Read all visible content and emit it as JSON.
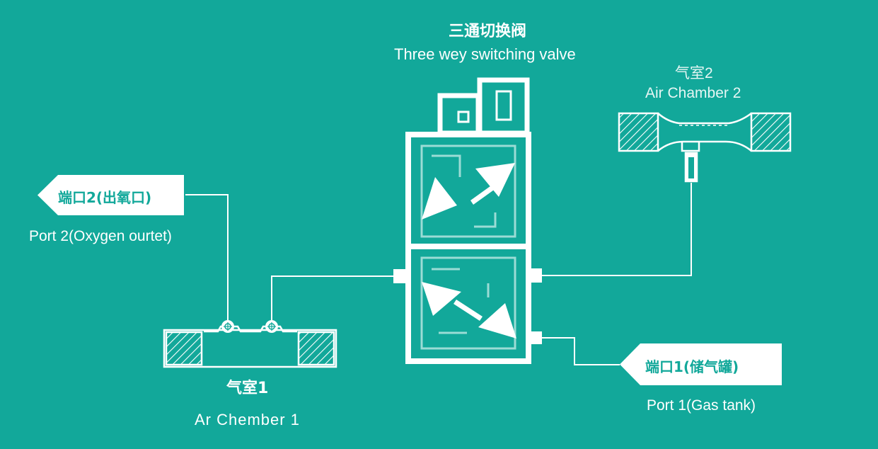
{
  "colors": {
    "background": "#12a89a",
    "foreground": "#ffffff"
  },
  "valve": {
    "title_cn": "三通切换阀",
    "title_en": "Three wey switching valve"
  },
  "chamber2": {
    "title_cn": "气室2",
    "title_en": "Air Chamber 2"
  },
  "chamber1": {
    "title_cn": "气室1",
    "title_en": "Ar Chember 1"
  },
  "port2": {
    "tag_cn": "端口2(出氧口)",
    "label_en": "Port 2(Oxygen ourtet)"
  },
  "port1": {
    "tag_cn": "端口1(储气罐)",
    "label_en": "Port 1(Gas tank)"
  }
}
